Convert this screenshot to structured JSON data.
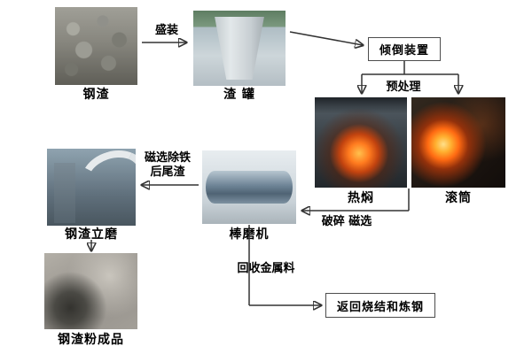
{
  "nodes": {
    "steel_slag": {
      "label": "钢渣"
    },
    "slag_pot": {
      "label": "渣 罐"
    },
    "tipping_device": {
      "label": "倾倒装置"
    },
    "hot_braising": {
      "label": "热焖"
    },
    "drum": {
      "label": "滚筒"
    },
    "rod_mill": {
      "label": "棒磨机"
    },
    "vertical_mill": {
      "label": "钢渣立磨"
    },
    "slag_powder": {
      "label": "钢渣粉成品"
    },
    "return_process": {
      "label": "返回烧结和炼钢"
    }
  },
  "edge_labels": {
    "loading": "盛装",
    "pretreatment": "预处理",
    "crush_magnetic": "破碎 磁选",
    "tailings_line1": "磁选除铁",
    "tailings_line2": "后尾渣",
    "metal_recovery": "回收金属料"
  },
  "colors": {
    "arrow": "#333333",
    "box_border": "#4d4d4d",
    "background": "#ffffff",
    "molten_glow": "#ff7b1f"
  }
}
